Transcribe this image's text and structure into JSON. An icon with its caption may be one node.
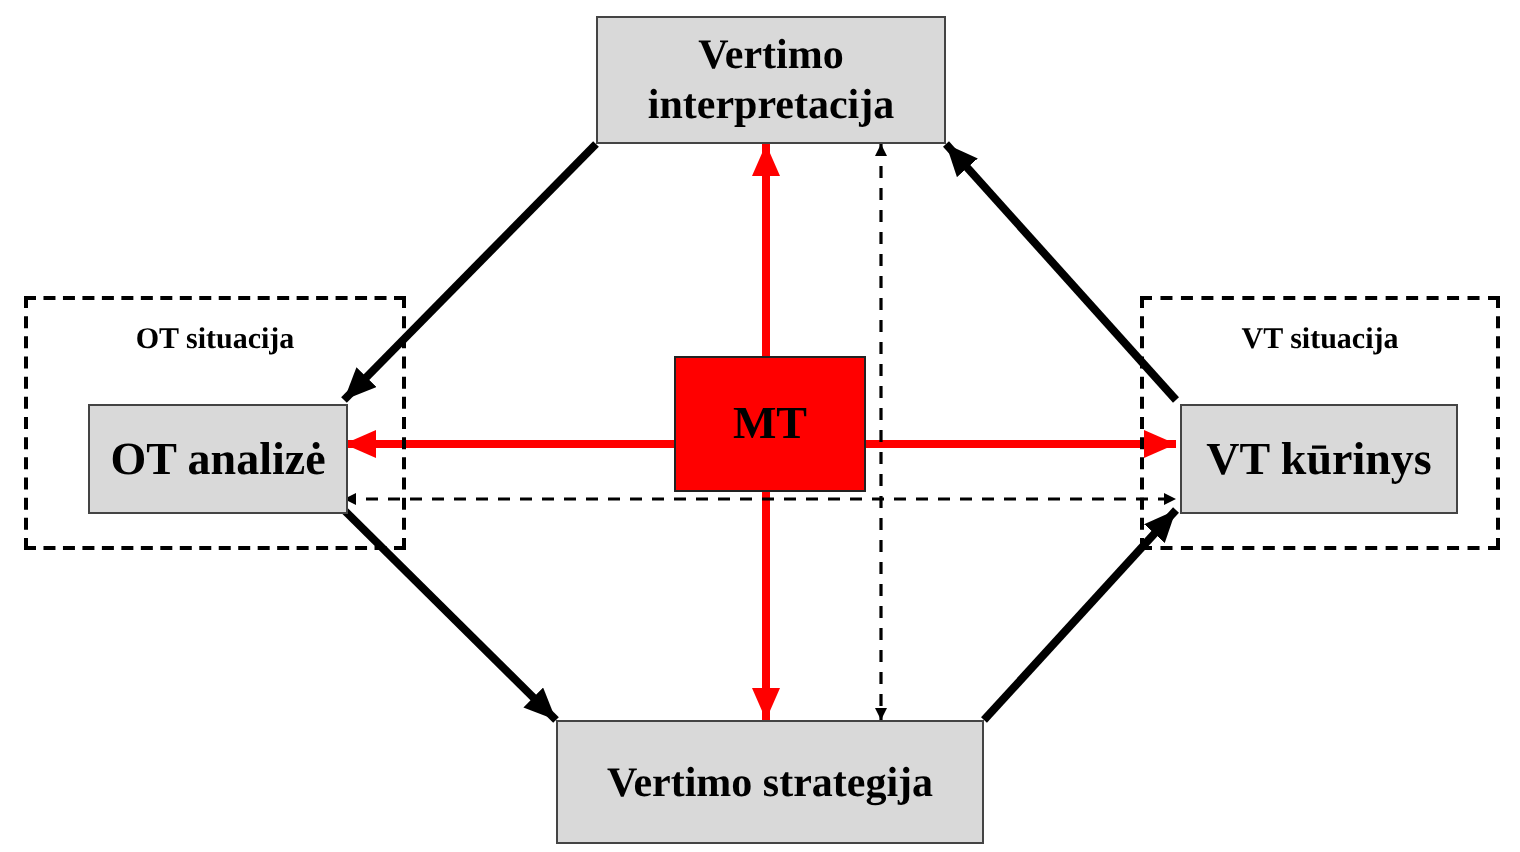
{
  "diagram": {
    "nodes": [
      {
        "text": [
          "Vertimo interpretacija"
        ]
      },
      {
        "text": [
          "OT situacija"
        ]
      },
      {
        "text": [
          "OT analizė"
        ],
        "in": 1
      },
      {
        "text": [
          "MT"
        ]
      },
      {
        "text": [
          "VT situacija"
        ]
      },
      {
        "text": [
          "VT kūrinys"
        ],
        "in": 4
      },
      {
        "text": [
          "Vertimo strategija"
        ]
      }
    ],
    "edges": [
      {
        "from": 0,
        "to": 2,
        "arrow": "to"
      },
      {
        "from": 2,
        "to": 6,
        "arrow": "to"
      },
      {
        "from": 6,
        "to": 5,
        "arrow": "to"
      },
      {
        "from": 5,
        "to": 0,
        "arrow": "to"
      },
      {
        "from": 3,
        "to": 0,
        "arrow": "to",
        "color": "#ff0000"
      },
      {
        "from": 3,
        "to": 2,
        "arrow": "to",
        "color": "#ff0000"
      },
      {
        "from": 3,
        "to": 5,
        "arrow": "to",
        "color": "#ff0000"
      },
      {
        "from": 3,
        "to": 6,
        "arrow": "to",
        "color": "#ff0000"
      },
      {
        "from": 2,
        "to": 5,
        "arrow": "both",
        "style": "dashed"
      },
      {
        "from": 0,
        "to": 6,
        "arrow": "both",
        "style": "dashed"
      }
    ]
  }
}
